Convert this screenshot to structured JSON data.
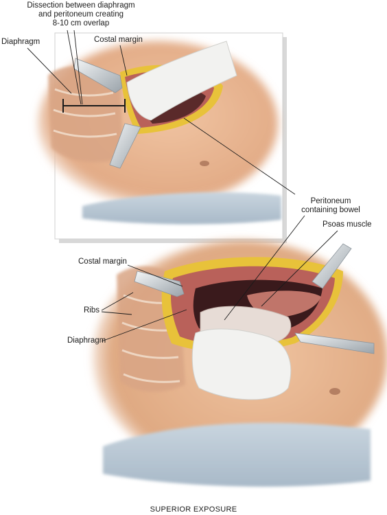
{
  "labels": {
    "dissection": [
      "Dissection between diaphragm",
      "and peritoneum creating",
      "8-10 cm overlap"
    ],
    "diaphragm_top": "Diaphragm",
    "costal_margin_top": "Costal margin",
    "peritoneum": [
      "Peritoneum",
      "containing bowel"
    ],
    "psoas": "Psoas muscle",
    "costal_margin_bottom": "Costal margin",
    "ribs": "Ribs",
    "diaphragm_bottom": "Diaphragm"
  },
  "caption": "SUPERIOR EXPOSURE",
  "colors": {
    "skin": "#e9b894",
    "skin_shadow": "#c88e6c",
    "fat": "#e8c23a",
    "muscle": "#b9615a",
    "cavity": "#3a1a1c",
    "glove": "#f2f2f0",
    "retractor": "#d9dde0",
    "drape": "#b9c7d4"
  }
}
